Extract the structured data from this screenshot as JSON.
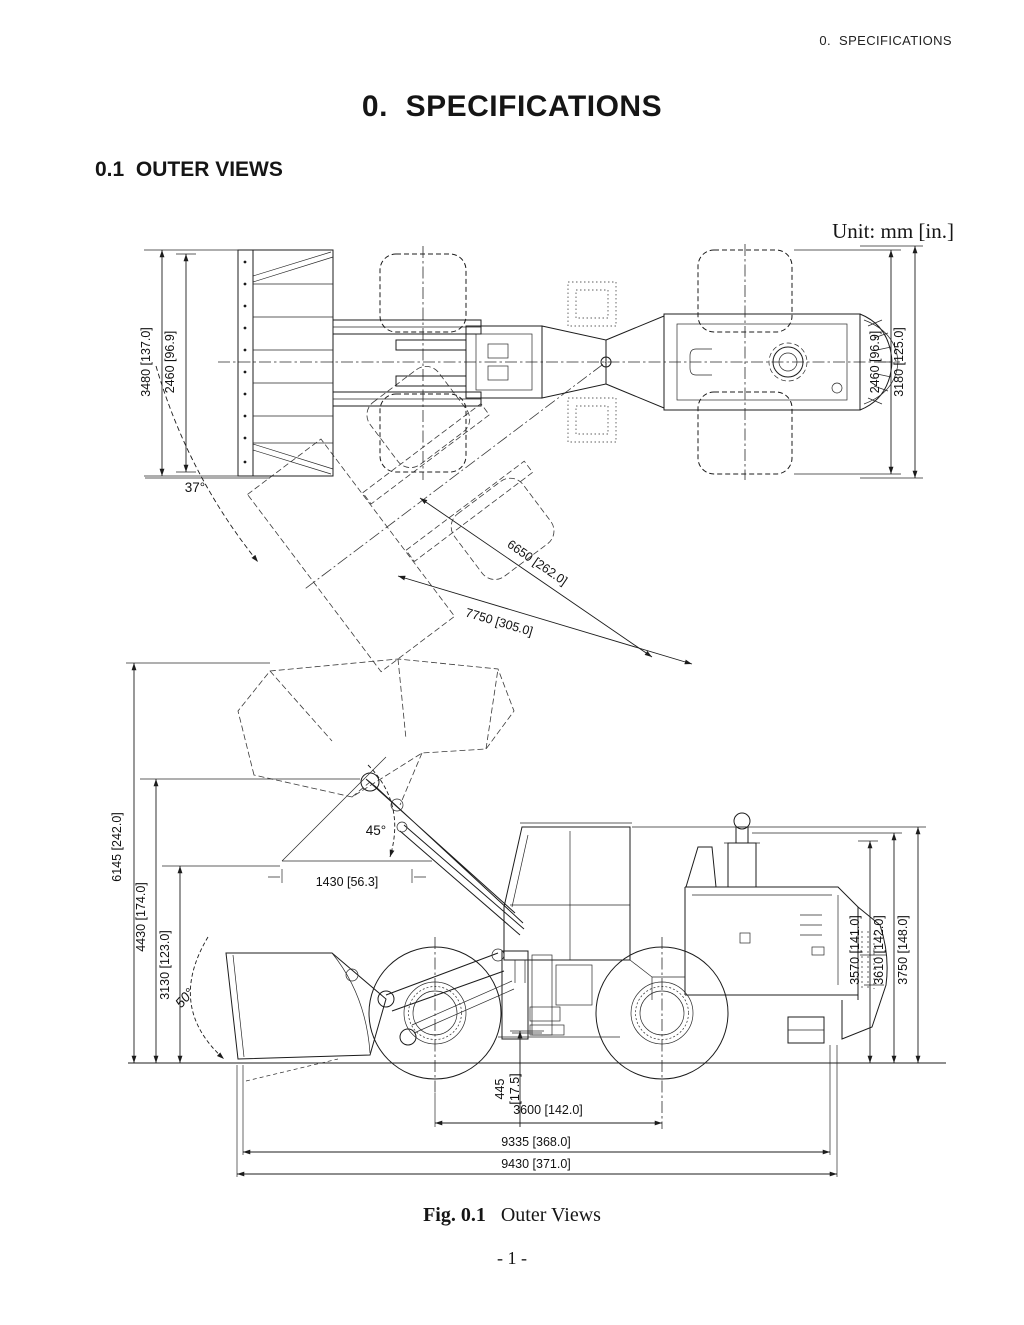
{
  "colors": {
    "ink": "#1c1c1c",
    "paper": "#ffffff"
  },
  "header": {
    "running_title": "0.  SPECIFICATIONS"
  },
  "title": "0.  SPECIFICATIONS",
  "section_heading": "0.1  OUTER VIEWS",
  "unit_note": "Unit: mm [in.]",
  "figure": {
    "caption_label": "Fig. 0.1",
    "caption_title": "Outer Views"
  },
  "page_number": "- 1 -",
  "top_view": {
    "dim_bucket_width": "3480 [137.0]",
    "dim_front_tread": "2460 [96.9]",
    "dim_rear_tread": "2460 [96.9]",
    "dim_overall_width": "3180 [125.0]",
    "articulation_angle": "37°",
    "dim_clearance_radius": "6650 [262.0]",
    "dim_turning_radius": "7750 [305.0]"
  },
  "side_view": {
    "dim_overall_height_bucket_raised": "6145 [242.0]",
    "dim_hinge_pin_height": "4430 [174.0]",
    "dim_dump_clearance": "3130 [123.0]",
    "dump_angle": "45°",
    "dim_dump_reach": "1430 [56.3]",
    "rollback_angle": "50°",
    "dim_height_over_hood": "3570 [141.0]",
    "dim_height_over_stack": "3610 [142.0]",
    "dim_overall_height_cab": "3750 [148.0]",
    "dim_ground_clearance": "445",
    "dim_ground_clearance_in": "[17.5]",
    "dim_wheelbase": "3600 [142.0]",
    "dim_length_bucket_ground": "9335 [368.0]",
    "dim_overall_length": "9430 [371.0]"
  }
}
